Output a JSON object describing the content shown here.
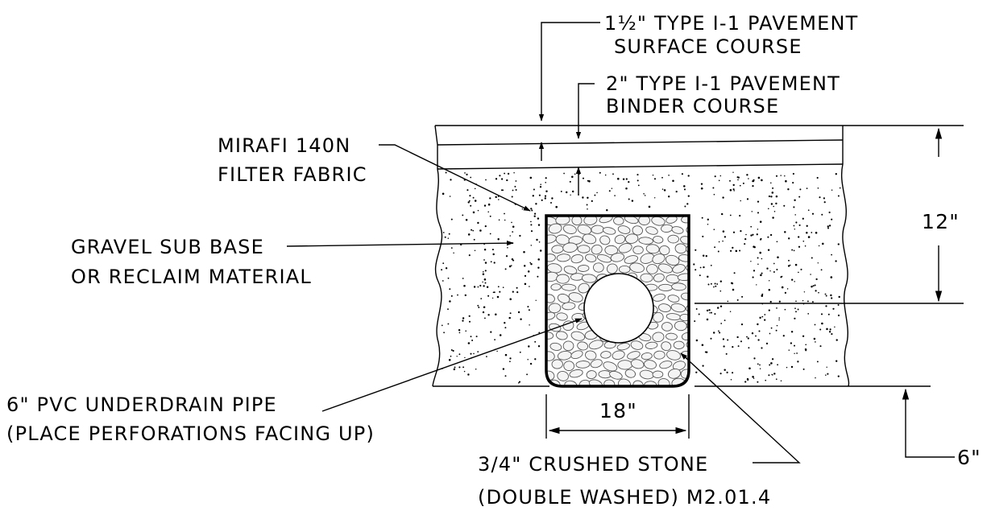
{
  "labels": {
    "surface_course": {
      "line1": "1½\" TYPE I-1 PAVEMENT",
      "line2": "SURFACE COURSE"
    },
    "binder_course": {
      "line1": "2\" TYPE I-1 PAVEMENT",
      "line2": "BINDER COURSE"
    },
    "filter_fabric": {
      "line1": "MIRAFI 140N",
      "line2": "FILTER FABRIC"
    },
    "gravel_sub_base": {
      "line1": "GRAVEL SUB BASE",
      "line2": "OR RECLAIM MATERIAL"
    },
    "underdrain_pipe": {
      "line1": "6\" PVC UNDERDRAIN PIPE",
      "line2": "(PLACE PERFORATIONS FACING UP)"
    },
    "crushed_stone": {
      "line1": "3/4\" CRUSHED STONE",
      "line2": "(DOUBLE WASHED) M2.01.4"
    }
  },
  "dimensions": {
    "depth_total": "12\"",
    "trench_width": "18\"",
    "below_trench": "6\""
  }
}
